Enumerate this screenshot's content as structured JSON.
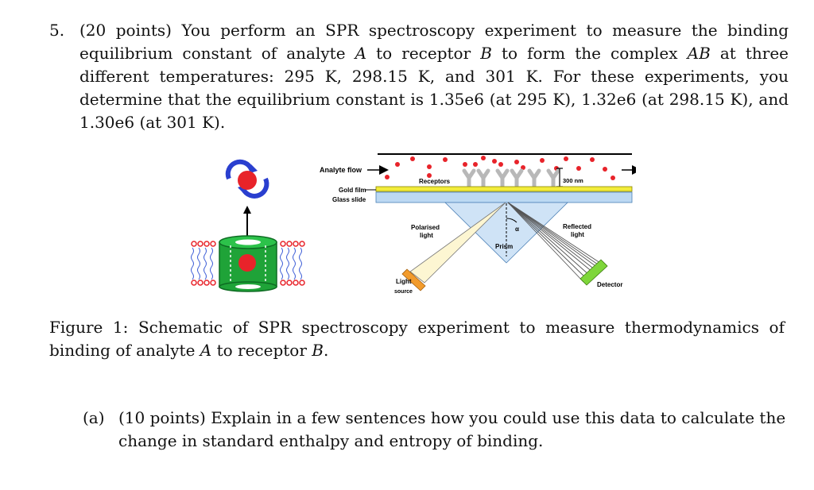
{
  "problem": {
    "number": "5.",
    "text_1": "(20 points) You perform an SPR spectroscopy experiment to measure the binding equilibrium constant of analyte ",
    "var_a": "A",
    "text_2": " to receptor ",
    "var_b": "B",
    "text_3": " to form the complex ",
    "var_ab": "AB",
    "text_4": " at three different temperatures: 295 K, 298.15 K, and 301 K. For these experiments, you determine that the equilibrium constant is 1.35e6 (at 295 K), 1.32e6 (at 298.15 K), and 1.30e6 (at 301 K)."
  },
  "figure": {
    "analyte_flow": "Analyte flow",
    "receptors": "Receptors",
    "thickness": "300 nm",
    "gold_film": "Gold film",
    "glass_slide": "Glass slide",
    "polarised": "Polarised",
    "light_word": "light",
    "reflected": "Reflected",
    "prism": "Prism",
    "alpha": "α",
    "light_source_1": "Light",
    "light_source_2": "source",
    "detector": "Detector",
    "colors": {
      "analyte": "#e8232a",
      "gold": "#f2ec3a",
      "glass": "#bcd9f3",
      "prism": "#cfe3f6",
      "channel": "#1fa338",
      "source": "#f29b2b",
      "detector": "#7ed63a",
      "arrow_blue": "#2a3fcf"
    }
  },
  "caption": {
    "text_1": "Figure 1: Schematic of SPR spectroscopy experiment to measure thermodynamics of binding of analyte ",
    "var_a": "A",
    "text_2": " to receptor ",
    "var_b": "B",
    "text_3": "."
  },
  "subquestion": {
    "label": "(a)",
    "text": "(10 points) Explain in a few sentences how you could use this data to calculate the change in standard enthalpy and entropy of binding."
  }
}
